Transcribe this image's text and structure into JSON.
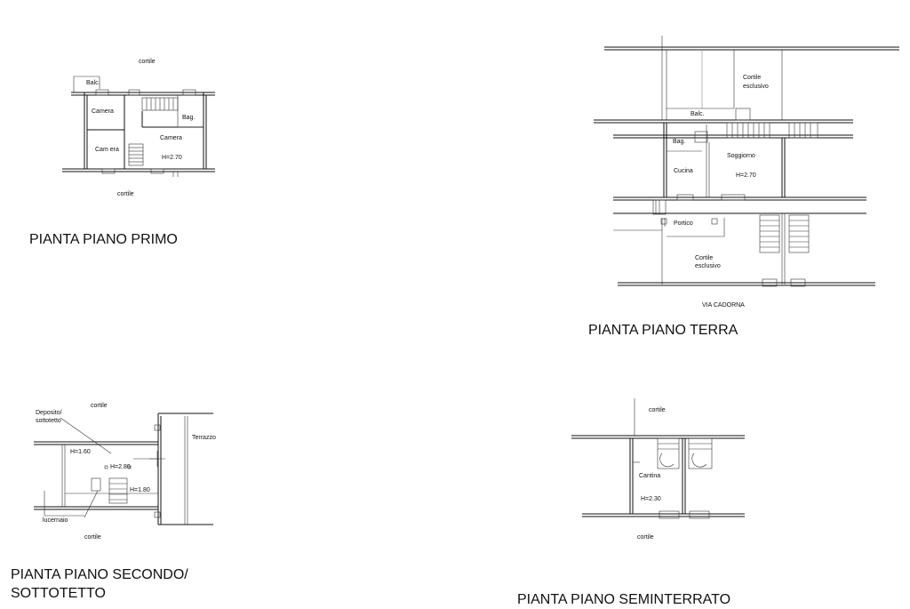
{
  "plans": {
    "primo": {
      "title": "PIANTA PIANO PRIMO",
      "labels": {
        "cortile_top": "cortile",
        "balc": "Balc.",
        "camera_1": "Camera",
        "bag": "Bag.",
        "camera_2": "Camera",
        "camera_3": "Cam era",
        "height": "H=2.70",
        "cortile_bottom": "cortile"
      }
    },
    "terra": {
      "title": "PIANTA PIANO TERRA",
      "labels": {
        "cortile_esclusivo_top_1": "Cortile",
        "cortile_esclusivo_top_2": "esclusivo",
        "balc": "Balc.",
        "bag": "Bag.",
        "soggiorno": "Soggiorno",
        "cucina": "Cucina",
        "height": "H=2.70",
        "portico": "Portico",
        "cortile_esclusivo_bottom_1": "Cortile",
        "cortile_esclusivo_bottom_2": "esclusivo",
        "via": "VIA CADORNA"
      }
    },
    "secondo": {
      "title_line1": "PIANTA PIANO SECONDO/",
      "title_line2": "SOTTOTETTO",
      "labels": {
        "cortile_top": "cortile",
        "deposito_1": "Deposito/",
        "deposito_2": "sottotetto",
        "terrazzo": "Terrazzo",
        "h160_a": "H=1.60",
        "h280": "H=2.80",
        "h160_b": "H=1.80",
        "lucernaio": "lucernaio",
        "cortile_bottom": "cortile"
      }
    },
    "seminterrato": {
      "title": "PIANTA PIANO SEMINTERRATO",
      "labels": {
        "cortile_top": "cortile",
        "cantina": "Cantina",
        "height": "H=2.30",
        "cortile_bottom": "cortile"
      }
    }
  }
}
